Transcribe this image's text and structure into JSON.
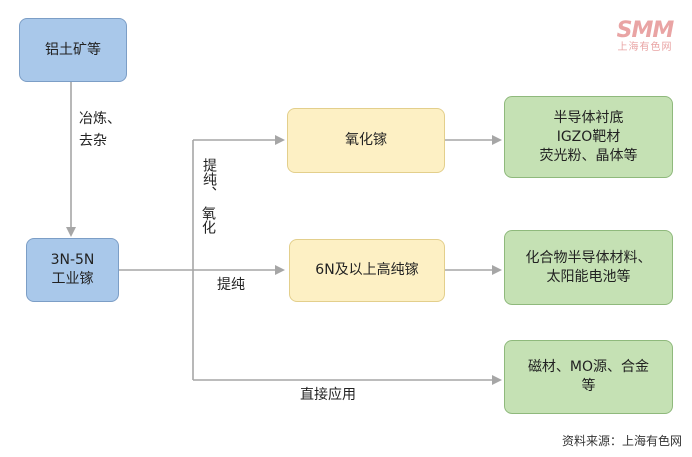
{
  "logo": {
    "brand": "SMM",
    "subtitle": "上海有色网"
  },
  "nodes": {
    "bauxite": "铝土矿等",
    "gallium_3n5n_line1": "3N-5N",
    "gallium_3n5n_line2": "工业镓",
    "gallium_oxide": "氧化镓",
    "gallium_6n": "6N及以上高纯镓",
    "app_semiconductor_line1": "半导体衬底",
    "app_semiconductor_line2": "IGZO靶材",
    "app_semiconductor_line3": "荧光粉、晶体等",
    "app_compound_line1": "化合物半导体材料、",
    "app_compound_line2": "太阳能电池等",
    "app_magnet_line1": "磁材、MO源、合金",
    "app_magnet_line2": "等"
  },
  "edges": {
    "smelt_line1": "冶炼、",
    "smelt_line2": "去杂",
    "purify_oxidize_line1": "提纯、",
    "purify_oxidize_line2": "氧化",
    "purify": "提纯",
    "direct_use": "直接应用"
  },
  "source": "资料来源：上海有色网",
  "colors": {
    "blue_fill": "#a9c8ea",
    "yellow_fill": "#fdf0c4",
    "green_fill": "#c5e1b4",
    "arrow": "#a6a6a6"
  }
}
